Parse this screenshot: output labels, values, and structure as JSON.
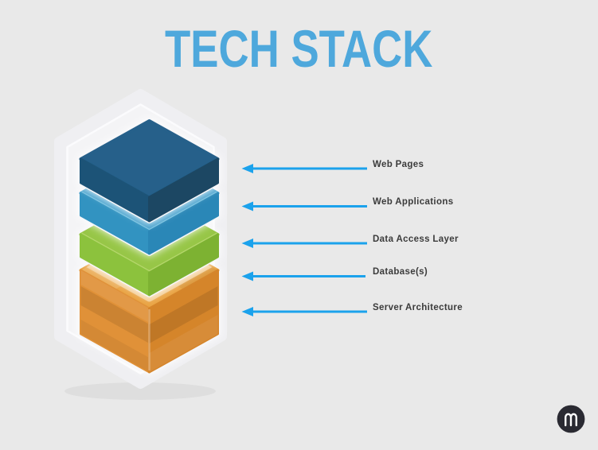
{
  "title": {
    "text": "TECH STACK",
    "color": "#4EA8DC"
  },
  "background_color": "#E9E9E9",
  "diagram": {
    "container": {
      "band_color": "#EFEFF2",
      "inner_color": "#F4F4F6",
      "rim_highlight": "#FBFBFD"
    },
    "layers": [
      {
        "name": "web-pages-layer",
        "top": "#25608A",
        "left": "#1F5377",
        "right": "#1B4763"
      },
      {
        "name": "web-applications-layer",
        "top": "#4BA3CE",
        "left": "#3393C1",
        "right": "#2A87B7",
        "rim": "#74C0DF"
      },
      {
        "name": "data-access-layer",
        "top": "#97C647",
        "left": "#8CC23D",
        "right": "#7DB233",
        "rim": "#B5D76C"
      },
      {
        "name": "server-database-block",
        "top": "#E9A444",
        "left": "#E09137",
        "right": "#D5852C",
        "halo": "#F3CC92"
      }
    ]
  },
  "annotations": {
    "arrow_color": "#1BA2EC",
    "label_color": "#3B3B3B",
    "items": [
      {
        "label": "Web Pages"
      },
      {
        "label": "Web Applications"
      },
      {
        "label": "Data Access Layer"
      },
      {
        "label": "Database(s)"
      },
      {
        "label": "Server Architecture"
      }
    ]
  },
  "watermark": {
    "letter": "m",
    "circle_color": "#2A2A32",
    "letter_color": "#FFFFFF"
  }
}
